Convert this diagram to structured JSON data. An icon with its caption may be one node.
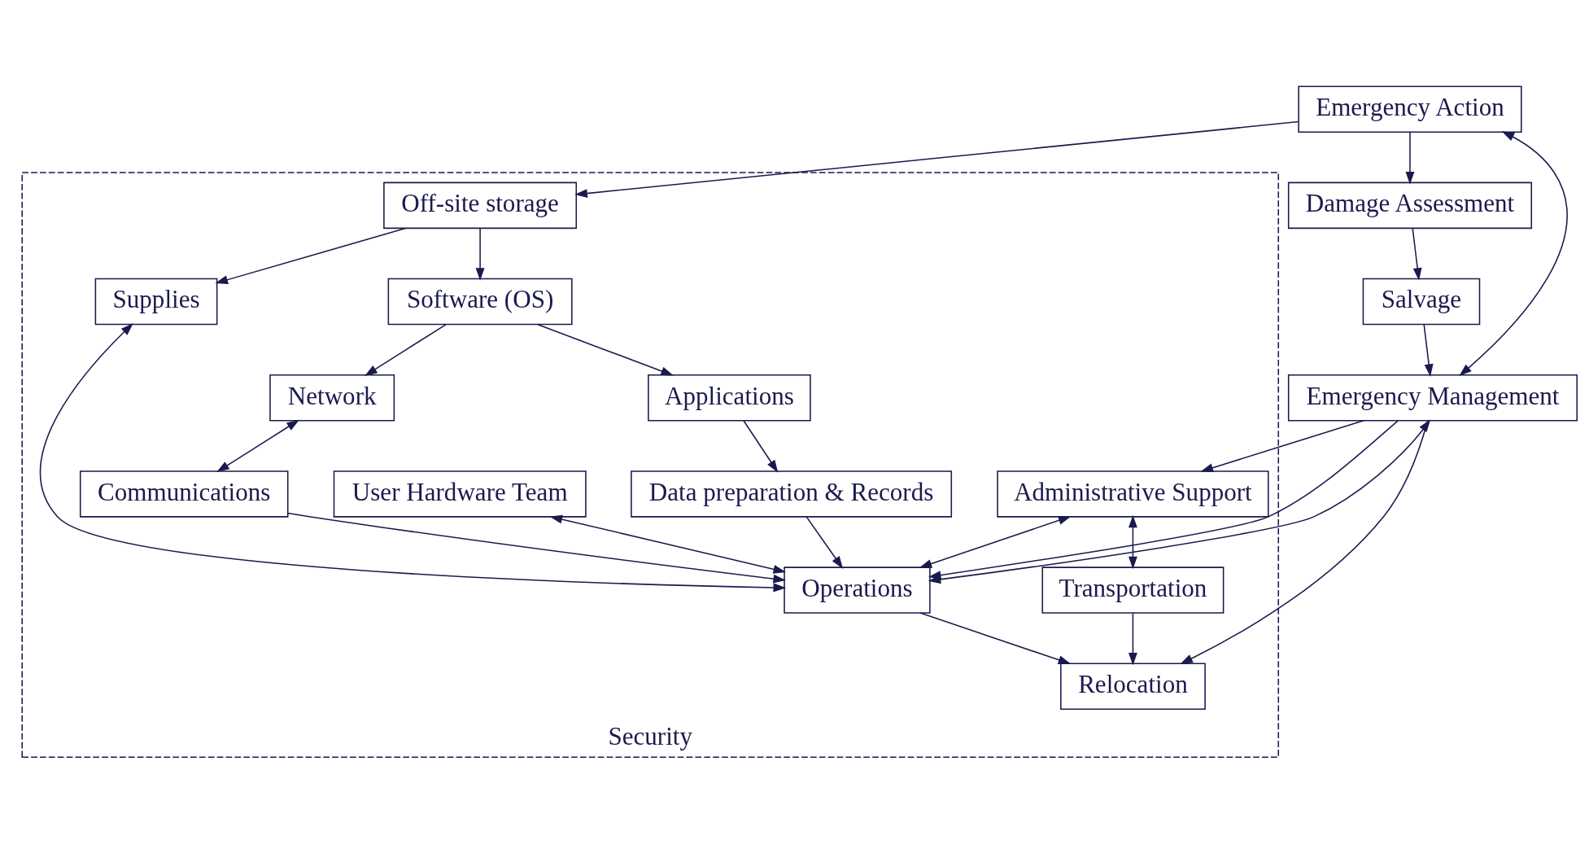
{
  "diagram": {
    "nodes": [
      {
        "text": [
          "Emergency Action"
        ]
      },
      {
        "text": [
          "Damage Assessment"
        ]
      },
      {
        "text": [
          "Salvage"
        ]
      },
      {
        "text": [
          "Emergency Management"
        ]
      },
      {
        "text": [
          "Security"
        ]
      },
      {
        "text": [
          "Off-site storage"
        ],
        "in": 4
      },
      {
        "text": [
          "Supplies"
        ],
        "in": 4
      },
      {
        "text": [
          "User Hardware Team"
        ],
        "in": 4
      },
      {
        "text": [
          "Administrative Support"
        ],
        "in": 4
      },
      {
        "text": [
          "Software (OS)"
        ],
        "in": 4
      },
      {
        "text": [
          "Network"
        ],
        "in": 4
      },
      {
        "text": [
          "Transportation"
        ],
        "in": 4
      },
      {
        "text": [
          "Applications"
        ],
        "in": 4
      },
      {
        "text": [
          "Communications"
        ],
        "in": 4
      },
      {
        "text": [
          "Operations"
        ],
        "in": 4
      },
      {
        "text": [
          "Data preparation & Records"
        ],
        "in": 4
      },
      {
        "text": [
          "Relocation"
        ],
        "in": 4
      }
    ],
    "edges": [
      {
        "from": 0,
        "to": 1,
        "arrow": "to"
      },
      {
        "from": 1,
        "to": 2,
        "arrow": "to"
      },
      {
        "from": 2,
        "to": 3,
        "arrow": "to"
      },
      {
        "from": 3,
        "to": 0,
        "arrow": "both"
      },
      {
        "from": 0,
        "to": 5,
        "arrow": "to"
      },
      {
        "from": 5,
        "to": 6,
        "arrow": "to"
      },
      {
        "from": 5,
        "to": 9,
        "arrow": "to"
      },
      {
        "from": 9,
        "to": 10,
        "arrow": "to"
      },
      {
        "from": 9,
        "to": 12,
        "arrow": "to"
      },
      {
        "from": 12,
        "to": 15,
        "arrow": "to"
      },
      {
        "from": 10,
        "to": 13,
        "arrow": "both"
      },
      {
        "from": 6,
        "to": 14,
        "arrow": "both"
      },
      {
        "from": 13,
        "to": 14,
        "arrow": "to"
      },
      {
        "from": 15,
        "to": 14,
        "arrow": "to"
      },
      {
        "from": 7,
        "to": 14,
        "arrow": "both"
      },
      {
        "from": 3,
        "to": 14,
        "arrow": "to"
      },
      {
        "from": 3,
        "to": 14,
        "arrow": "both"
      },
      {
        "from": 3,
        "to": 8,
        "arrow": "to"
      },
      {
        "from": 8,
        "to": 14,
        "arrow": "both"
      },
      {
        "from": 8,
        "to": 11,
        "arrow": "both"
      },
      {
        "from": 11,
        "to": 16,
        "arrow": "to"
      },
      {
        "from": 14,
        "to": 16,
        "arrow": "to"
      },
      {
        "from": 3,
        "to": 16,
        "arrow": "to"
      }
    ]
  }
}
